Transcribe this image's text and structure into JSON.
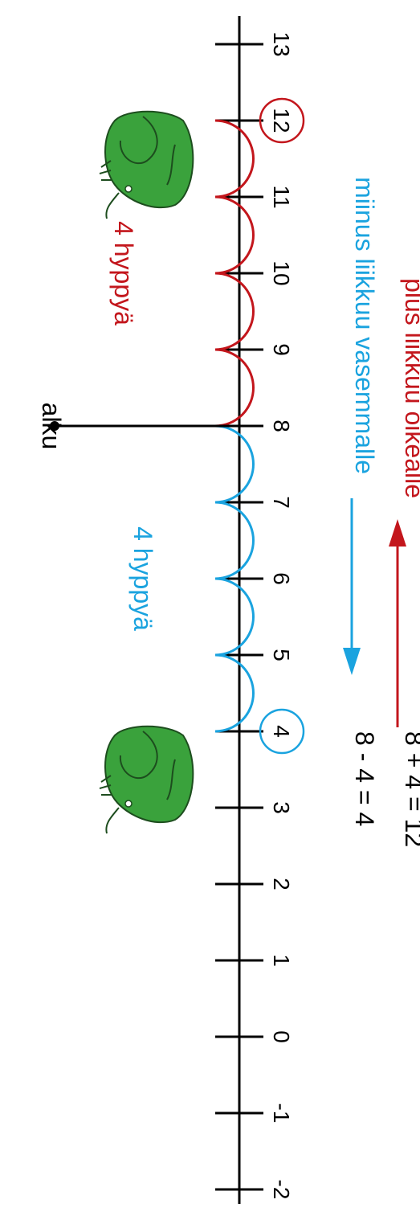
{
  "numberline": {
    "ticks": [
      "-2",
      "-1",
      "0",
      "1",
      "2",
      "3",
      "4",
      "5",
      "6",
      "7",
      "8",
      "9",
      "10",
      "11",
      "12",
      "13"
    ]
  },
  "start_label": "alku",
  "left_jumps_label": "4 hyppyä",
  "right_jumps_label": "4 hyppyä",
  "minus_equation": "8 - 4 = 4",
  "plus_equation": "8 + 4 = 12",
  "minus_rule": "miinus liikkuu vasemmalle",
  "plus_rule": "plus liikkuu oikealle",
  "colors": {
    "minus": "#1aa3df",
    "plus": "#c3161c",
    "axis": "#000000",
    "frog": "#3aa23c"
  },
  "icons": [
    "frog-icon",
    "frog-icon"
  ]
}
